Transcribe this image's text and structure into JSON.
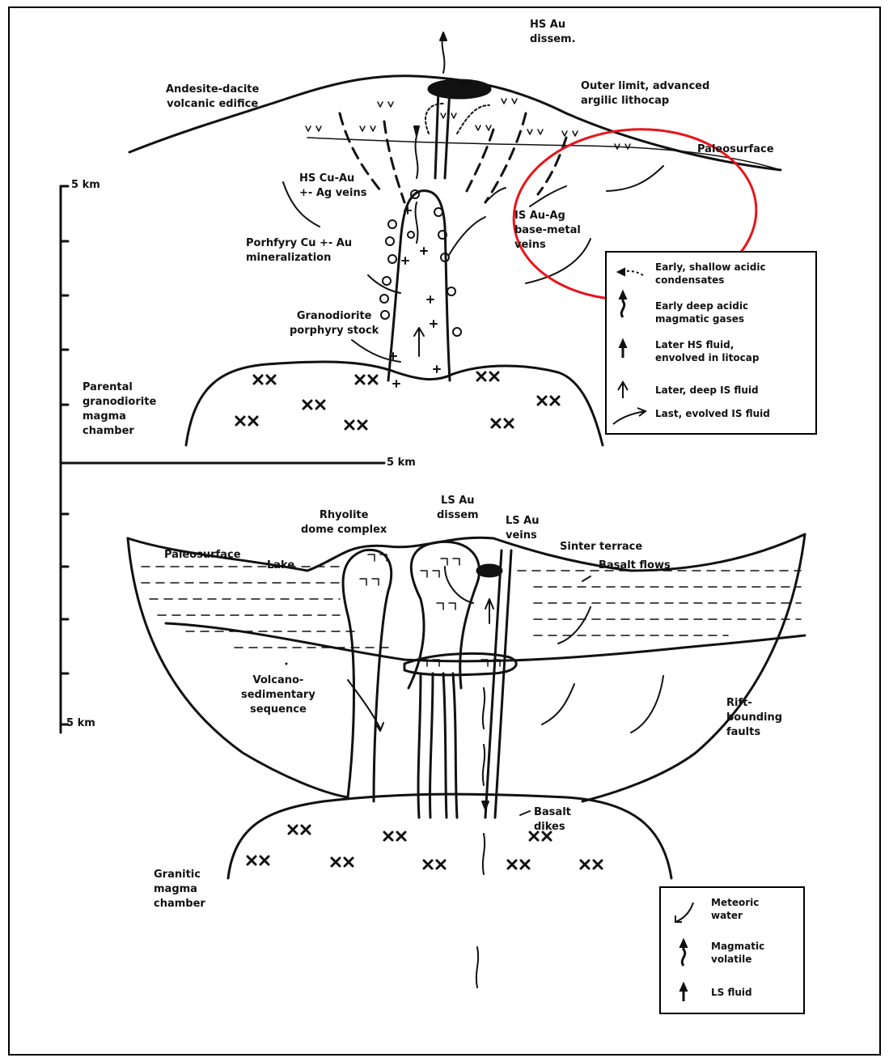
{
  "top": {
    "labels": {
      "hs_au_dissem": "HS Au\ndissem.",
      "andesite": "Andesite-dacite\nvolcanic edifice",
      "outer_limit": "Outer limit, advanced\nargilic lithocap",
      "paleosurface": "Paleosurface",
      "hs_cu_au": "HS Cu-Au\n+- Ag veins",
      "is_au_ag": "IS Au-Ag\nbase-metal\nveins",
      "porphyry": "Porhfyry Cu +- Au\nmineralization",
      "granodiorite_stock": "Granodiorite\nporphyry stock",
      "parental": "Parental\ngranodiorite\nmagma\nchamber"
    },
    "legend": [
      {
        "icon": "dotted-arrow-icon",
        "text": "Early, shallow acidic\ncondensates"
      },
      {
        "icon": "squiggle-arrow-icon",
        "text": "Early deep acidic\nmagmatic gases"
      },
      {
        "icon": "solid-arrow-icon",
        "text": "Later HS fluid,\nenvolved in litocap"
      },
      {
        "icon": "open-arrow-icon",
        "text": "Later, deep IS fluid"
      },
      {
        "icon": "curved-open-arrow-icon",
        "text": "Last, evolved IS fluid"
      }
    ]
  },
  "scale": {
    "label_top": "5 km",
    "label_mid": "5 km",
    "label_bottom": "5 km"
  },
  "bottom": {
    "labels": {
      "ls_au_dissem": "LS Au\ndissem",
      "ls_au_veins": "LS Au\nveins",
      "rhyolite": "Rhyolite\ndome complex",
      "sinter": "Sinter terrace",
      "basalt_flows": "Basalt flows",
      "paleosurface": "Paleosurface",
      "lake": "Lake",
      "volcano_sed": "Volcano-\nsedimentary\nsequence",
      "rift": "Rift-\nbounding\nfaults",
      "basalt_dikes": "Basalt\ndikes",
      "granitic": "Granitic\nmagma\nchamber"
    },
    "legend": [
      {
        "icon": "meteoric-arrow-icon",
        "text": "Meteoric\nwater"
      },
      {
        "icon": "magmatic-squiggle-icon",
        "text": "Magmatic\nvolatile"
      },
      {
        "icon": "ls-fluid-arrow-icon",
        "text": "LS fluid"
      }
    ]
  },
  "annotation": {
    "highlight_color": "#e8141b"
  }
}
